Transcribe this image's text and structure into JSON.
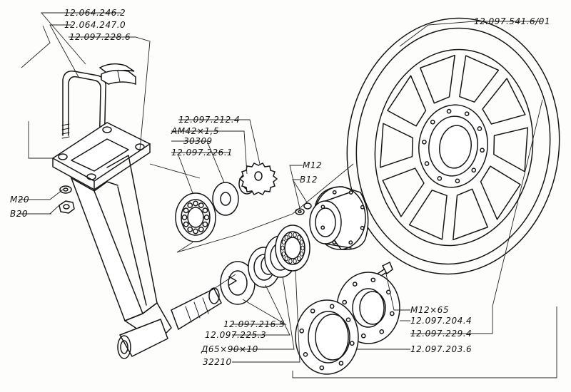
{
  "labels": {
    "uBoltPlate": "12.064.246.2",
    "uBolt": "12.064.247.0",
    "pad": "12.097.228.6",
    "brakeDisc": "12.097.541.6/01",
    "lockWasher": "12.097.212.4",
    "nut": "АМ42×1,5",
    "outerBearing": "30309",
    "washer": "12.097.226.1",
    "boltM12": "М12",
    "springWasher": "В12",
    "nutM20": "М20",
    "washerB20": "В20",
    "ring": "12.097.216.5",
    "spacer": "12.097.225.3",
    "seal": "Д65×90×10",
    "innerBearing": "32210",
    "bolt": "М12×65",
    "hubCover": "12.097.204.4",
    "hubFlange": "12.097.229.4",
    "cover": "12.097.203.6"
  },
  "colors": {
    "ink": "#161616",
    "paper": "#fdfdfb"
  }
}
